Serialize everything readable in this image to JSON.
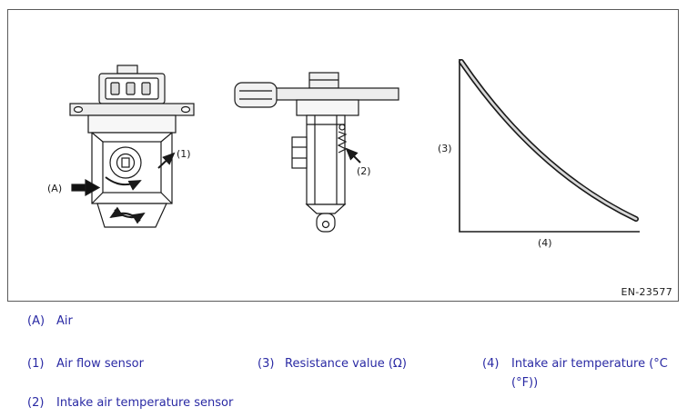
{
  "figure": {
    "reference_code": "EN-23577",
    "callouts": {
      "a": "(A)",
      "c1": "(1)",
      "c2": "(2)",
      "c3": "(3)",
      "c4": "(4)"
    }
  },
  "legend": {
    "text_color": "#2a2aa4",
    "items": [
      {
        "key": "(A)",
        "label": "Air"
      },
      {
        "key": "(1)",
        "label": "Air flow sensor"
      },
      {
        "key": "(2)",
        "label": "Intake air temperature sensor"
      },
      {
        "key": "(3)",
        "label": "Resistance value (Ω)"
      },
      {
        "key": "(4)",
        "label": "Intake air temperature (°C (°F))"
      }
    ]
  },
  "chart_data": {
    "type": "line",
    "title": "",
    "xlabel": "(4) Intake air temperature (°C (°F))",
    "ylabel": "(3) Resistance value (Ω)",
    "x_ticks": [],
    "y_ticks": [],
    "grid": false,
    "legend_position": "none",
    "series": [
      {
        "name": "intake-air-temperature-sensor-characteristic",
        "description": "Resistance decreases nonlinearly as intake air temperature rises; axes carry no numeric scale in the figure",
        "points_normalized": [
          [
            0,
            0.97
          ],
          [
            0.2,
            0.72
          ],
          [
            0.4,
            0.52
          ],
          [
            0.6,
            0.35
          ],
          [
            0.8,
            0.2
          ],
          [
            1,
            0.08
          ]
        ]
      }
    ]
  }
}
